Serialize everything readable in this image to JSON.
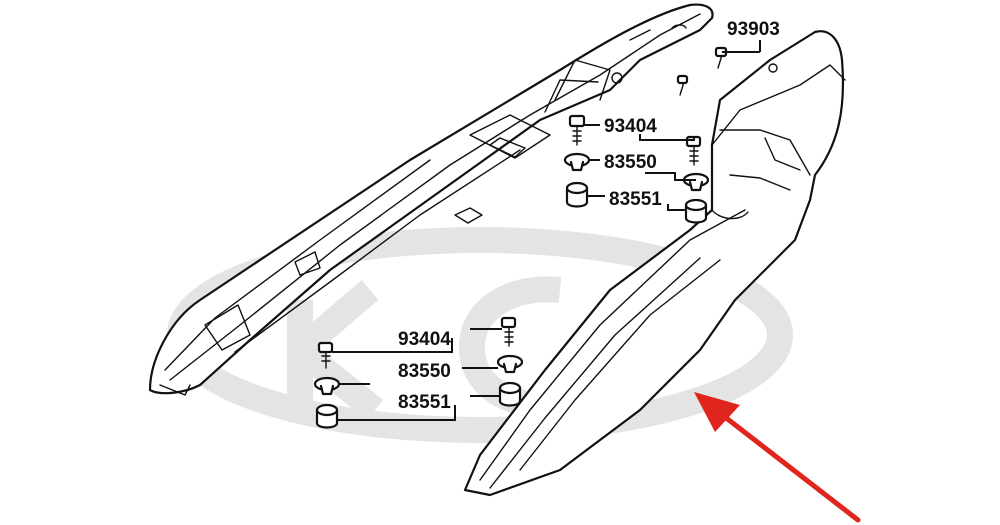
{
  "diagram": {
    "callouts": [
      {
        "id": "c1",
        "code": "93903",
        "part": "screw"
      },
      {
        "id": "c2",
        "code": "93404",
        "part": "bolt"
      },
      {
        "id": "c3",
        "code": "83550",
        "part": "washer"
      },
      {
        "id": "c4",
        "code": "83551",
        "part": "grommet"
      },
      {
        "id": "c5",
        "code": "93404",
        "part": "bolt"
      },
      {
        "id": "c6",
        "code": "83550",
        "part": "washer"
      },
      {
        "id": "c7",
        "code": "83551",
        "part": "grommet"
      }
    ],
    "arrow_color": "#e0261c",
    "watermark_color": "#e4e4e4"
  }
}
